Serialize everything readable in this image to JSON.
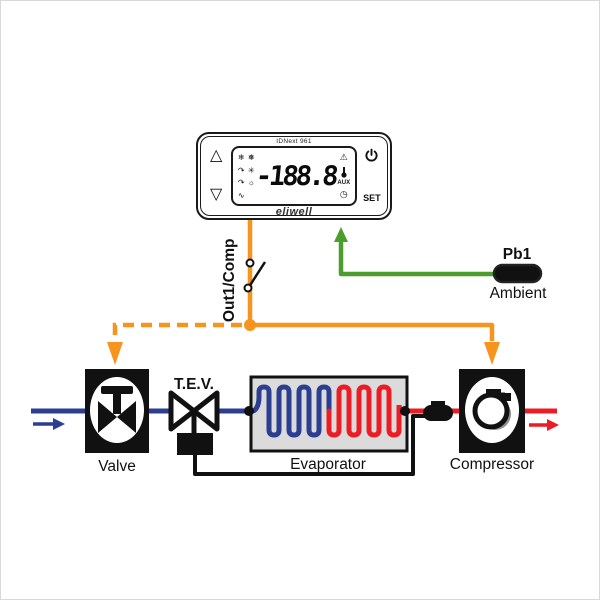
{
  "colors": {
    "orange": "#F7941D",
    "green": "#4C9C2E",
    "blue": "#2B3E92",
    "red": "#EC1C24",
    "black": "#111111",
    "box_gray": "#DBDBDB"
  },
  "controller": {
    "model_label": "IDNext 961",
    "up_button": "△",
    "down_button": "▽",
    "set_label": "SET",
    "brand_logo": "eliwell",
    "display": {
      "value": "-188.8",
      "aux_label": "AUX",
      "left_icons": [
        {
          "name": "defrost-icon",
          "glyph": "❄"
        },
        {
          "name": "frost-icon",
          "glyph": "❅"
        },
        {
          "name": "drip-icon",
          "glyph": "↷"
        },
        {
          "name": "fan-icon",
          "glyph": "✳"
        },
        {
          "name": "cycle-icon",
          "glyph": "↷"
        },
        {
          "name": "light-icon",
          "glyph": "☼"
        },
        {
          "name": "wave-icon",
          "glyph": "∿"
        }
      ],
      "alarm_icon": "⚠",
      "clock_icon": "◷"
    }
  },
  "wiring": {
    "output_label": "Out1/Comp",
    "probe_label": "Pb1",
    "probe_sublabel": "Ambient"
  },
  "components": {
    "valve_label": "Valve",
    "tev_label": "T.E.V.",
    "evaporator_label": "Evaporator",
    "compressor_label": "Compressor"
  }
}
